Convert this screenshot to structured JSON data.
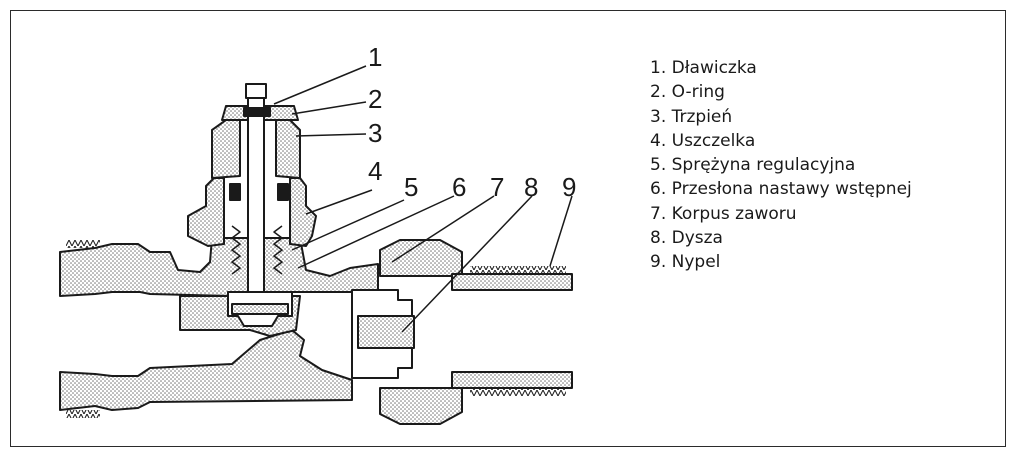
{
  "diagram": {
    "callout_numbers": [
      "1",
      "2",
      "3",
      "4",
      "5",
      "6",
      "7",
      "8",
      "9"
    ],
    "legend": [
      "1. Dławiczka",
      "2. O-ring",
      "3. Trzpień",
      "4. Uszczelka",
      "5. Sprężyna regulacyjna",
      "6. Przesłona nastawy wstępnej",
      "7. Korpus zaworu",
      "8. Dysza",
      "9. Nypel"
    ],
    "colors": {
      "outline": "#1a1a1a",
      "hatch": "#6a6a6a",
      "background": "#ffffff"
    }
  }
}
